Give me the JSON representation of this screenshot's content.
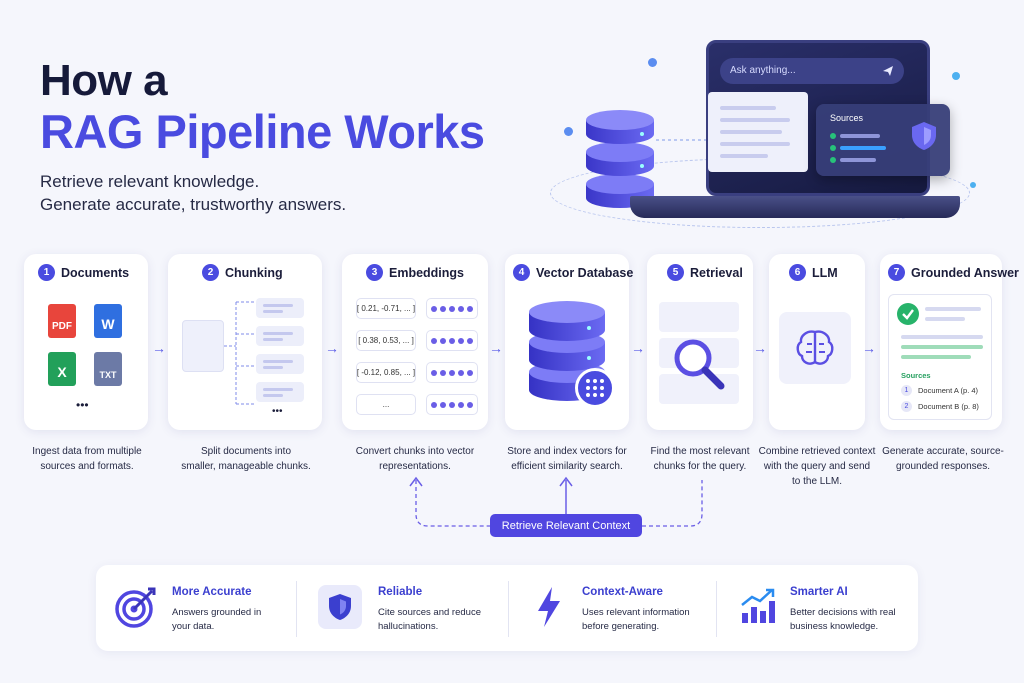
{
  "header": {
    "title_line1": "How a",
    "title_line2": "RAG Pipeline Works",
    "subtitle_line1": "Retrieve relevant knowledge.",
    "subtitle_line2": "Generate accurate, trustworthy answers."
  },
  "hero": {
    "search_placeholder": "Ask anything...",
    "sources_label": "Sources"
  },
  "steps": [
    {
      "num": "1",
      "title": "Documents",
      "desc_line1": "Ingest data from multiple",
      "desc_line2": "sources and formats.",
      "desc_line3": ""
    },
    {
      "num": "2",
      "title": "Chunking",
      "desc_line1": "Split documents into",
      "desc_line2": "smaller, manageable chunks.",
      "desc_line3": ""
    },
    {
      "num": "3",
      "title": "Embeddings",
      "desc_line1": "Convert chunks into vector",
      "desc_line2": "representations.",
      "desc_line3": ""
    },
    {
      "num": "4",
      "title": "Vector Database",
      "desc_line1": "Store and index vectors for",
      "desc_line2": "efficient similarity search.",
      "desc_line3": ""
    },
    {
      "num": "5",
      "title": "Retrieval",
      "desc_line1": "Find the most relevant",
      "desc_line2": "chunks for the query.",
      "desc_line3": ""
    },
    {
      "num": "6",
      "title": "LLM",
      "desc_line1": "Combine retrieved context",
      "desc_line2": "with the query and send",
      "desc_line3": "to the LLM."
    },
    {
      "num": "7",
      "title": "Grounded Answer",
      "desc_line1": "Generate accurate, source-",
      "desc_line2": "grounded responses.",
      "desc_line3": ""
    }
  ],
  "documents": {
    "pdf": "PDF",
    "word": "W",
    "excel": "X",
    "txt": "TXT",
    "more": "•••"
  },
  "chunking": {
    "more": "•••"
  },
  "embeddings": {
    "v1": "[ 0.21, -0.71, ... ]",
    "v2": "[ 0.38, 0.53, ... ]",
    "v3": "[ -0.12, 0.85, ... ]",
    "v4": "..."
  },
  "answer": {
    "sources_label": "Sources",
    "source1_num": "1",
    "source1": "Document A (p. 4)",
    "source2_num": "2",
    "source2": "Document B (p. 8)"
  },
  "retrieve_context_label": "Retrieve Relevant Context",
  "benefits": [
    {
      "title": "More Accurate",
      "desc_line1": "Answers grounded in",
      "desc_line2": "your data."
    },
    {
      "title": "Reliable",
      "desc_line1": "Cite sources and reduce",
      "desc_line2": "hallucinations."
    },
    {
      "title": "Context-Aware",
      "desc_line1": "Uses relevant information",
      "desc_line2": "before generating."
    },
    {
      "title": "Smarter AI",
      "desc_line1": "Better decisions with real",
      "desc_line2": "business knowledge."
    }
  ],
  "colors": {
    "accent": "#4a4be0",
    "pdf": "#e8453c",
    "word": "#2f6fe0",
    "excel": "#22a05a",
    "txt": "#6c7aa6"
  }
}
